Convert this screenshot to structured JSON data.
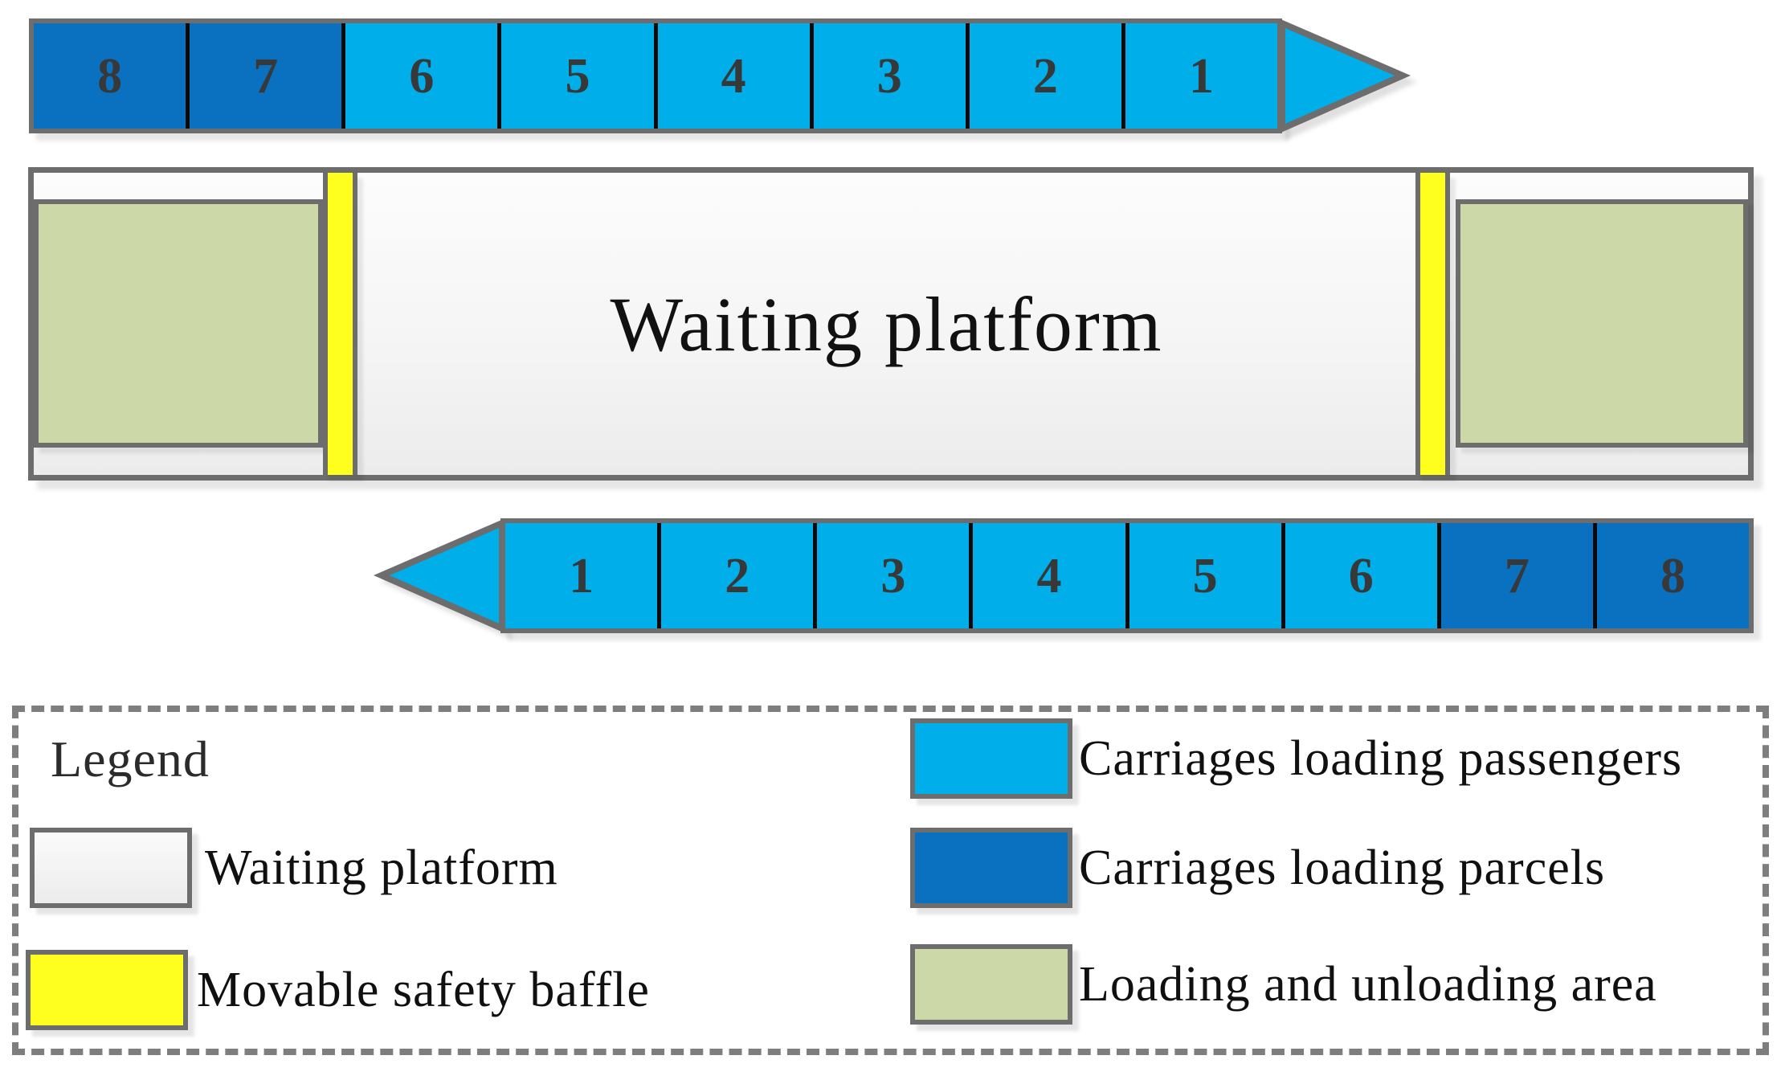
{
  "trains": {
    "top": {
      "direction": "right",
      "carriages": [
        {
          "label": "8",
          "type": "parcel"
        },
        {
          "label": "7",
          "type": "parcel"
        },
        {
          "label": "6",
          "type": "passenger"
        },
        {
          "label": "5",
          "type": "passenger"
        },
        {
          "label": "4",
          "type": "passenger"
        },
        {
          "label": "3",
          "type": "passenger"
        },
        {
          "label": "2",
          "type": "passenger"
        },
        {
          "label": "1",
          "type": "passenger"
        }
      ]
    },
    "bottom": {
      "direction": "left",
      "carriages": [
        {
          "label": "1",
          "type": "passenger"
        },
        {
          "label": "2",
          "type": "passenger"
        },
        {
          "label": "3",
          "type": "passenger"
        },
        {
          "label": "4",
          "type": "passenger"
        },
        {
          "label": "5",
          "type": "passenger"
        },
        {
          "label": "6",
          "type": "passenger"
        },
        {
          "label": "7",
          "type": "parcel"
        },
        {
          "label": "8",
          "type": "parcel"
        }
      ]
    }
  },
  "platform": {
    "label": "Waiting platform"
  },
  "legend": {
    "title": "Legend",
    "left_items": [
      {
        "label": "Waiting platform",
        "swatch": "platform"
      },
      {
        "label": "Movable safety baffle",
        "swatch": "baffle"
      }
    ],
    "right_items": [
      {
        "label": "Carriages loading passengers",
        "swatch": "passenger"
      },
      {
        "label": "Carriages loading parcels",
        "swatch": "parcel"
      },
      {
        "label": "Loading and unloading area",
        "swatch": "loading"
      }
    ]
  },
  "colors": {
    "passenger_carriage": "#00AEE9",
    "parcel_carriage": "#0A70C0",
    "safety_baffle": "#FFFF1F",
    "loading_area": "#CCD8A8",
    "platform_fill": "#F7F7F7",
    "outline_gray": "#6D6D6D",
    "divider_black": "#0A0A0A"
  }
}
